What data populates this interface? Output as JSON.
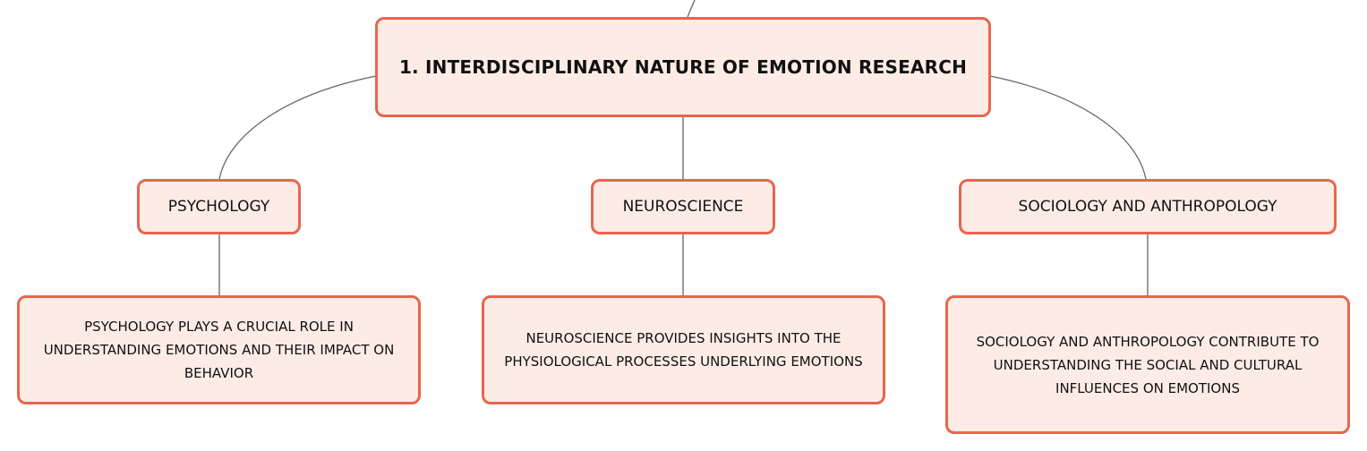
{
  "diagram": {
    "root": {
      "label": "1. INTERDISCIPLINARY NATURE OF EMOTION RESEARCH"
    },
    "branches": [
      {
        "label": "PSYCHOLOGY",
        "detail": "PSYCHOLOGY PLAYS A CRUCIAL ROLE IN UNDERSTANDING EMOTIONS AND THEIR IMPACT ON BEHAVIOR"
      },
      {
        "label": "NEUROSCIENCE",
        "detail": "NEUROSCIENCE PROVIDES INSIGHTS INTO THE PHYSIOLOGICAL PROCESSES UNDERLYING EMOTIONS"
      },
      {
        "label": "SOCIOLOGY AND ANTHROPOLOGY",
        "detail": "SOCIOLOGY AND ANTHROPOLOGY CONTRIBUTE TO UNDERSTANDING THE SOCIAL AND CULTURAL INFLUENCES ON EMOTIONS"
      }
    ]
  },
  "colors": {
    "node_fill": "#fdece6",
    "node_border": "#e8654f",
    "connector": "#666666",
    "text": "#111111"
  }
}
